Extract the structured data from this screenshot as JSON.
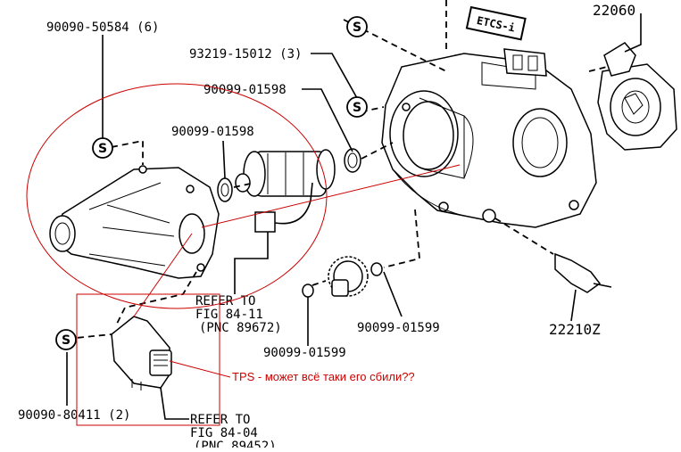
{
  "labels": {
    "p_90090_50584": "90090-50584 (6)",
    "p_93219_15012": "93219-15012 (3)",
    "p_90099_01598_a": "90099-01598",
    "p_90099_01598_b": "90099-01598",
    "p_22060": "22060",
    "p_90099_01599_a": "90099-01599",
    "p_90099_01599_b": "90099-01599",
    "p_22210z": "22210Z",
    "p_90090_80411": "90090-80411 (2)",
    "etcs_stamp": "ETCS-i"
  },
  "references": {
    "ref1_line1": "REFER TO",
    "ref1_line2": "FIG 84-11",
    "ref1_line3": "(PNC 89672)",
    "ref2_line1": "REFER TO",
    "ref2_line2": "FIG 84-04",
    "ref2_line3": "(PNC 89452)"
  },
  "annotation": {
    "tps_note": "TPS - может всё таки его сбили??"
  },
  "symbols": {
    "s_mark": "S"
  },
  "colors": {
    "annotation": "#cc0000",
    "lines": "#000000"
  }
}
